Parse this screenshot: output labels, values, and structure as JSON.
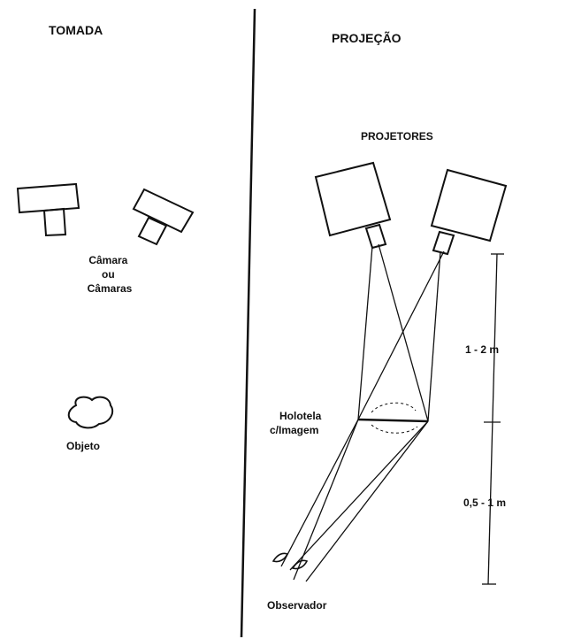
{
  "headers": {
    "left": "TOMADA",
    "right": "PROJEÇÃO"
  },
  "labels": {
    "projectors": "PROJETORES",
    "cameras_line1": "Câmara",
    "cameras_line2": "ou",
    "cameras_line3": "Câmaras",
    "object": "Objeto",
    "screen_line1": "Holotela",
    "screen_line2": "c/Imagem",
    "observer": "Observador"
  },
  "dimensions": {
    "upper": "1 - 2 m",
    "lower": "0,5 - 1 m"
  },
  "colors": {
    "ink": "#111111",
    "background": "#ffffff"
  }
}
